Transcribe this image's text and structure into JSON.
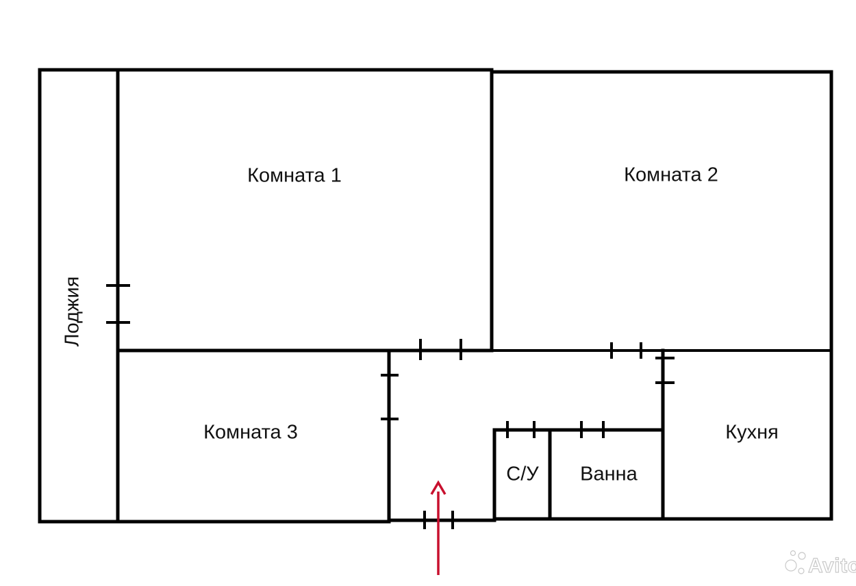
{
  "rooms": {
    "loggia": "Лоджия",
    "room1": "Комната 1",
    "room2": "Комната 2",
    "room3": "Комната 3",
    "kitchen": "Кухня",
    "toilet": "С/У",
    "bath": "Ванна"
  },
  "colors": {
    "wall": "#000000",
    "entrance_arrow": "#c8102e",
    "text": "#111111"
  },
  "watermark": {
    "text": "Avito",
    "icon": "avito-dots-icon"
  }
}
